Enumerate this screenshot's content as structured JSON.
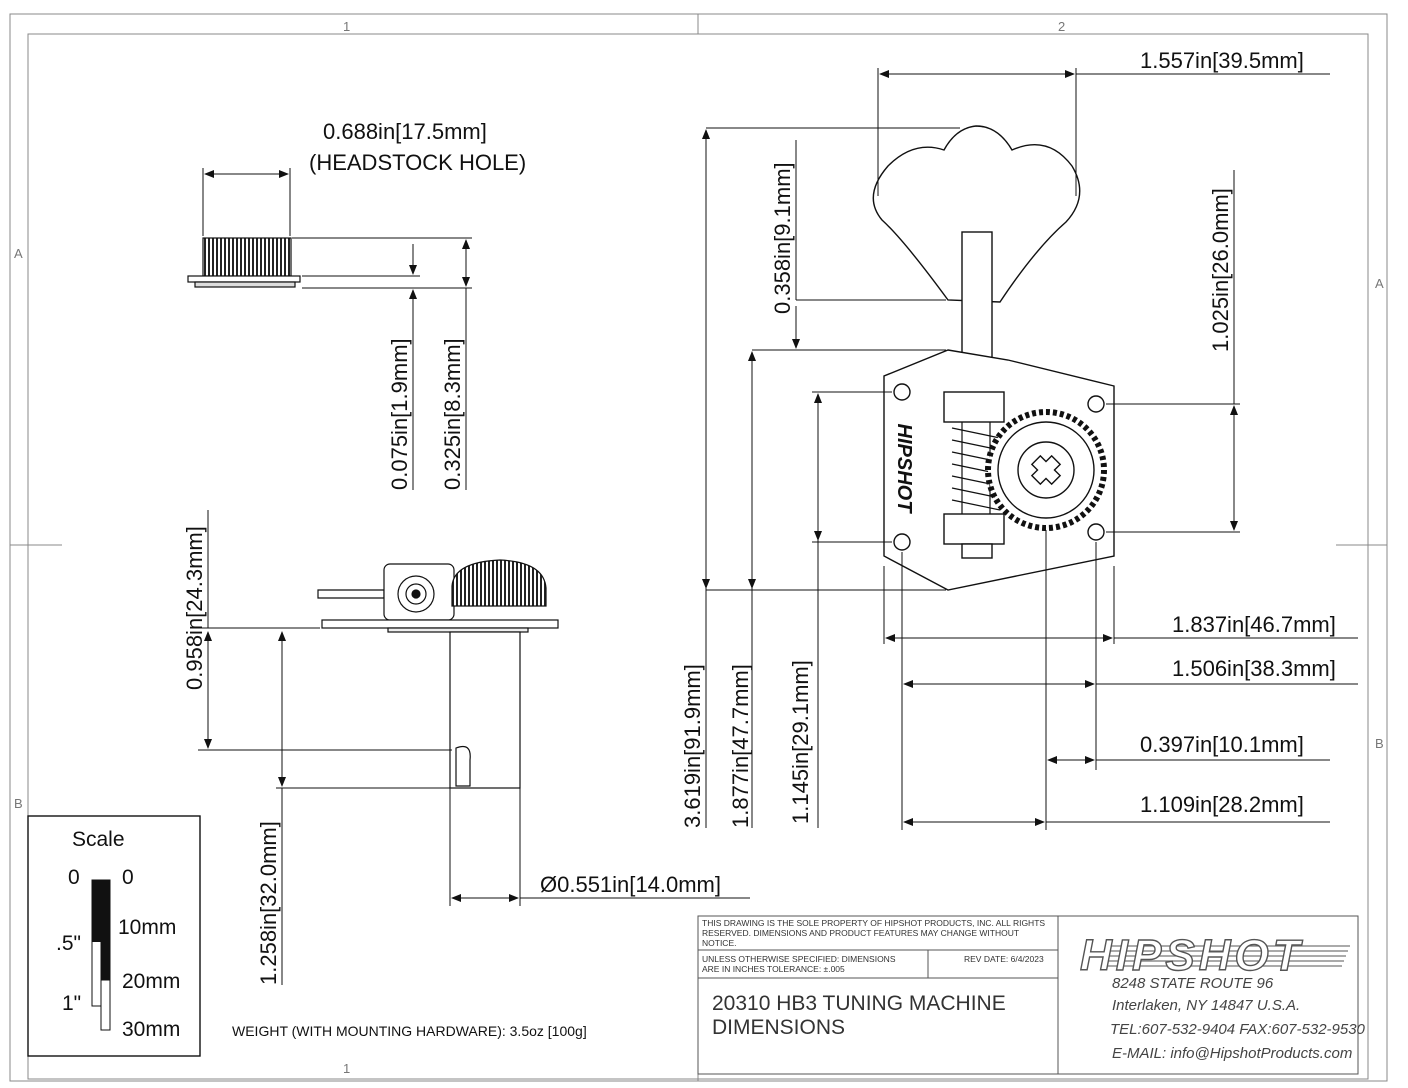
{
  "zones": {
    "top_left": "1",
    "top_right": "2",
    "bottom_left": "1",
    "left_a": "A",
    "left_b": "B",
    "right_a": "A",
    "right_b": "B"
  },
  "dimensions": {
    "headstock_hole": "0.688in[17.5mm]",
    "headstock_hole_note": "(HEADSTOCK HOLE)",
    "bushing_flange": "0.075in[1.9mm]",
    "bushing_height": "0.325in[8.3mm]",
    "side_height": "0.958in[24.3mm]",
    "post_length": "1.258in[32.0mm]",
    "post_diameter": "Ø0.551in[14.0mm]",
    "key_width": "1.557in[39.5mm]",
    "key_offset": "0.358in[9.1mm]",
    "mount_hole_spacing_v": "1.025in[26.0mm]",
    "overall_length": "3.619in[91.9mm]",
    "plate_length": "1.877in[47.7mm]",
    "hole_spacing": "1.145in[29.1mm]",
    "plate_width": "1.837in[46.7mm]",
    "hole_spacing_h": "1.506in[38.3mm]",
    "post_offset": "0.397in[10.1mm]",
    "post_center": "1.109in[28.2mm]"
  },
  "scale_box": {
    "title": "Scale",
    "inch_0": "0",
    "inch_half": ".5\"",
    "inch_1": "1\"",
    "mm_0": "0",
    "mm_10": "10mm",
    "mm_20": "20mm",
    "mm_30": "30mm"
  },
  "weight": "WEIGHT (WITH MOUNTING HARDWARE): 3.5oz [100g]",
  "title_block": {
    "notice": [
      "THIS DRAWING IS THE SOLE PROPERTY OF HIPSHOT PRODUCTS, INC. ALL RIGHTS",
      "RESERVED. DIMENSIONS AND PRODUCT FEATURES MAY CHANGE WITHOUT",
      "NOTICE."
    ],
    "tolerance": [
      "UNLESS OTHERWISE SPECIFIED: DIMENSIONS",
      "ARE IN INCHES TOLERANCE: ±.005"
    ],
    "rev_date": "REV DATE: 6/4/2023",
    "title_1": "20310 HB3 TUNING MACHINE",
    "title_2": "DIMENSIONS",
    "logo_text": "HIPSHOT",
    "address": [
      "8248 STATE ROUTE 96",
      "Interlaken, NY 14847 U.S.A.",
      "TEL:607-532-9404 FAX:607-532-9530",
      "E-MAIL: info@HipshotProducts.com"
    ]
  },
  "plate_logo": "HIPSHOT"
}
